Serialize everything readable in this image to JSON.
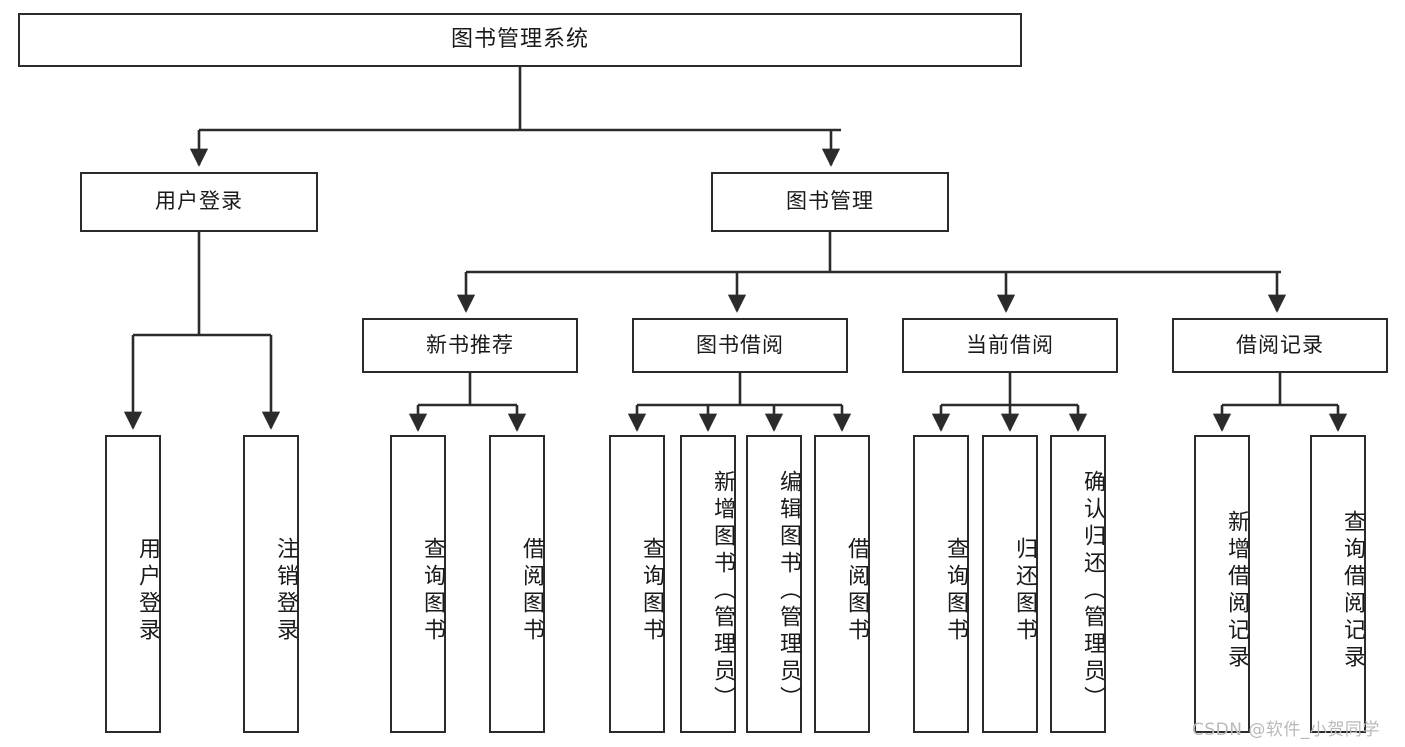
{
  "diagram": {
    "title": "图书管理系统",
    "type": "hierarchy-tree",
    "watermark": "CSDN @软件_小贺同学",
    "colors": {
      "border": "#2b2b2b",
      "background": "#ffffff",
      "text": "#1a1a1a",
      "edge": "#2b2b2b",
      "watermark": "#b9b9b9"
    },
    "root": {
      "label": "图书管理系统"
    },
    "level2": [
      {
        "label": "用户登录"
      },
      {
        "label": "图书管理"
      }
    ],
    "level3": [
      {
        "label": "新书推荐"
      },
      {
        "label": "图书借阅"
      },
      {
        "label": "当前借阅"
      },
      {
        "label": "借阅记录"
      }
    ],
    "leaves": {
      "user_login": [
        {
          "label": "用户登录"
        },
        {
          "label": "注销登录"
        }
      ],
      "new_book": [
        {
          "label": "查询图书"
        },
        {
          "label": "借阅图书"
        }
      ],
      "book_borrow": [
        {
          "label": "查询图书"
        },
        {
          "label": "新增图书（管理员）"
        },
        {
          "label": "编辑图书（管理员）"
        },
        {
          "label": "借阅图书"
        }
      ],
      "current_borrow": [
        {
          "label": "查询图书"
        },
        {
          "label": "归还图书"
        },
        {
          "label": "确认归还（管理员）"
        }
      ],
      "borrow_record": [
        {
          "label": "新增借阅记录"
        },
        {
          "label": "查询借阅记录"
        }
      ]
    }
  }
}
